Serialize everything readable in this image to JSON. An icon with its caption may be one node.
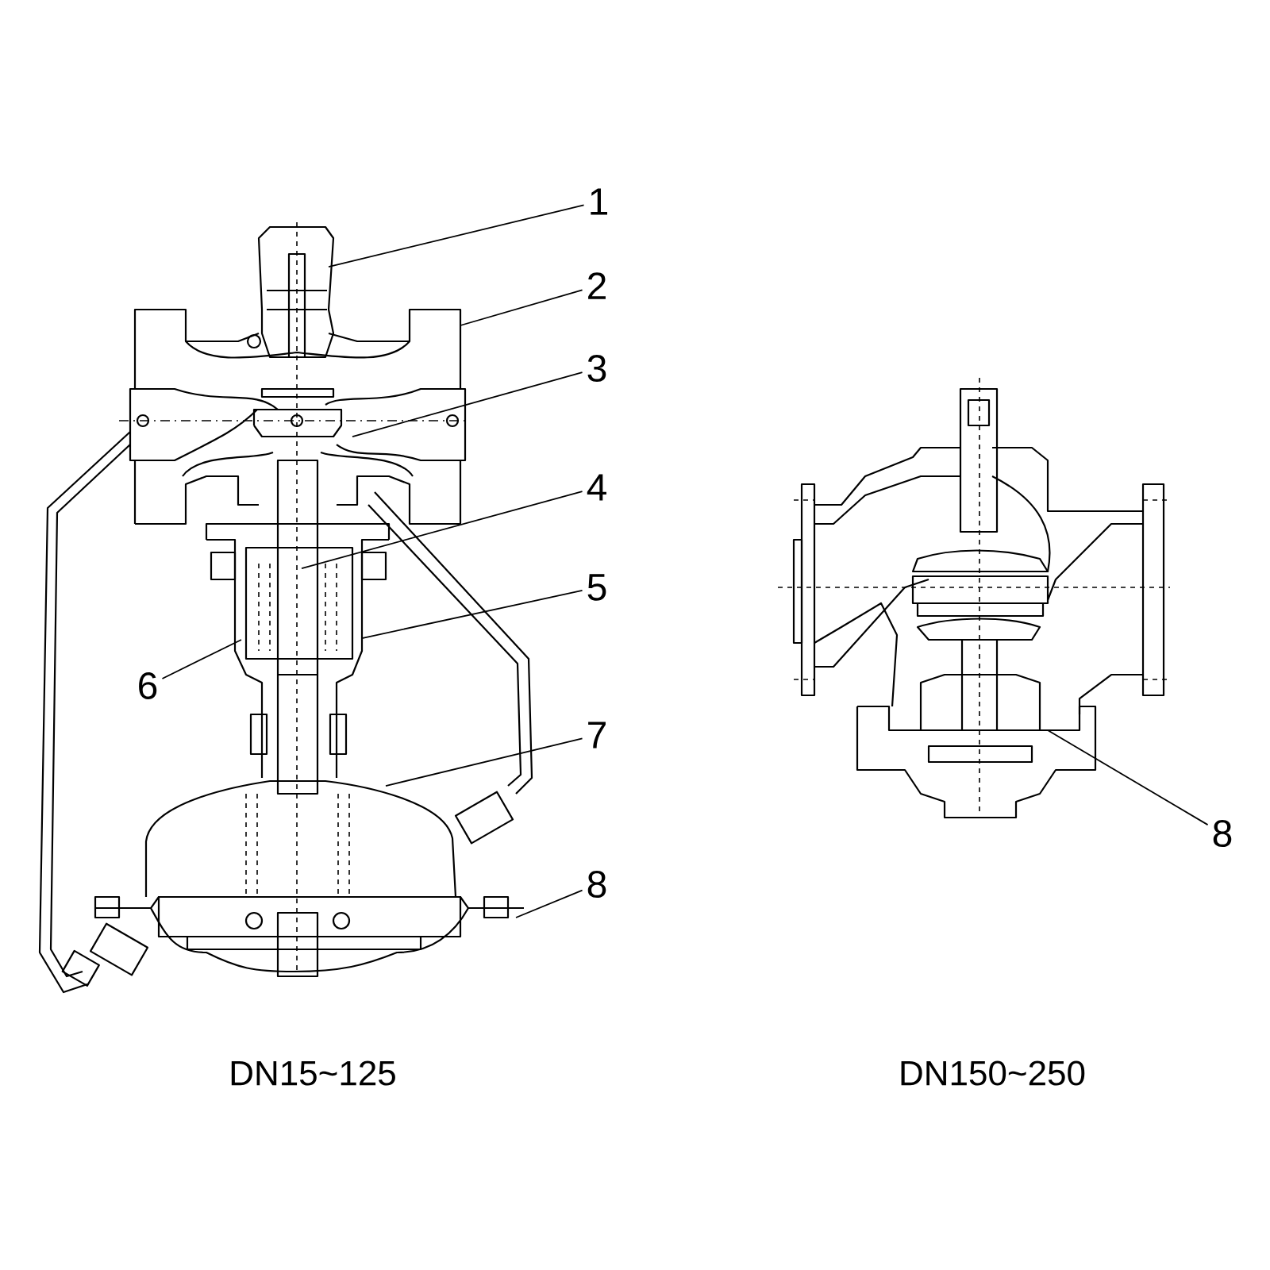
{
  "diagram": {
    "nodes": [
      {
        "text": [
          "1"
        ]
      },
      {
        "text": [
          "2"
        ]
      },
      {
        "text": [
          "3"
        ]
      },
      {
        "text": [
          "4"
        ]
      },
      {
        "text": [
          "5"
        ]
      },
      {
        "text": [
          "6"
        ]
      },
      {
        "text": [
          "7"
        ]
      },
      {
        "text": [
          "8"
        ]
      },
      {
        "text": [
          "8"
        ]
      }
    ],
    "edges": [
      {
        "from": 0,
        "to": null,
        "arrow": "none"
      },
      {
        "from": 1,
        "to": null,
        "arrow": "none"
      },
      {
        "from": 2,
        "to": null,
        "arrow": "none"
      },
      {
        "from": 3,
        "to": null,
        "arrow": "none"
      },
      {
        "from": 4,
        "to": null,
        "arrow": "none"
      },
      {
        "from": 5,
        "to": null,
        "arrow": "none"
      },
      {
        "from": 6,
        "to": null,
        "arrow": "none"
      },
      {
        "from": 7,
        "to": null,
        "arrow": "none"
      },
      {
        "from": 8,
        "to": null,
        "arrow": "none"
      }
    ],
    "labels": [
      "DN15~125",
      "DN150~250"
    ]
  }
}
